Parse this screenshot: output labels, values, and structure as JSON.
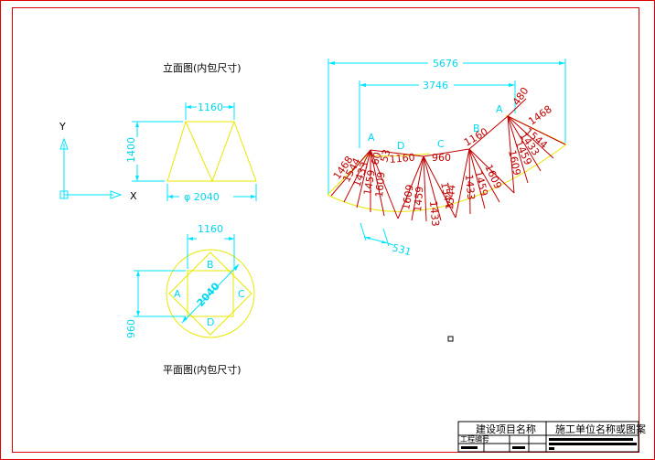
{
  "elevation": {
    "title": "立面图(内包尺寸)",
    "dim_top": "1160",
    "dim_height": "1400",
    "dim_bottom": "φ 2040"
  },
  "plan": {
    "title": "平面图(内包尺寸)",
    "dim_top": "1160",
    "dim_left": "960",
    "diag": "2040",
    "labels": {
      "a": "A",
      "b": "B",
      "c": "C",
      "d": "D"
    }
  },
  "axes": {
    "y": "Y",
    "x": "X"
  },
  "pattern": {
    "dim_outer": "5676",
    "dim_inner": "3746",
    "dim_bottom": "531",
    "seg_a_left": "1160",
    "seg_c": "960",
    "seg_b": "1160",
    "seg_a_right": "480",
    "points": {
      "a1": "A",
      "d": "D",
      "c": "C",
      "b": "B",
      "a2": "A"
    },
    "fan_a1": [
      "1468",
      "1544",
      "1433",
      "1459",
      "1609",
      "60",
      "53"
    ],
    "fan_d": [
      "1609",
      "1459",
      "1433",
      "1544"
    ],
    "fan_b": [
      "1544",
      "1433",
      "1459",
      "1609"
    ],
    "fan_a2": [
      "1468",
      "1544",
      "1433",
      "1459",
      "1609"
    ]
  },
  "titleblock": {
    "project": "建设项目名称",
    "company": "施工单位名称或图案",
    "small_label": "工程编号"
  }
}
